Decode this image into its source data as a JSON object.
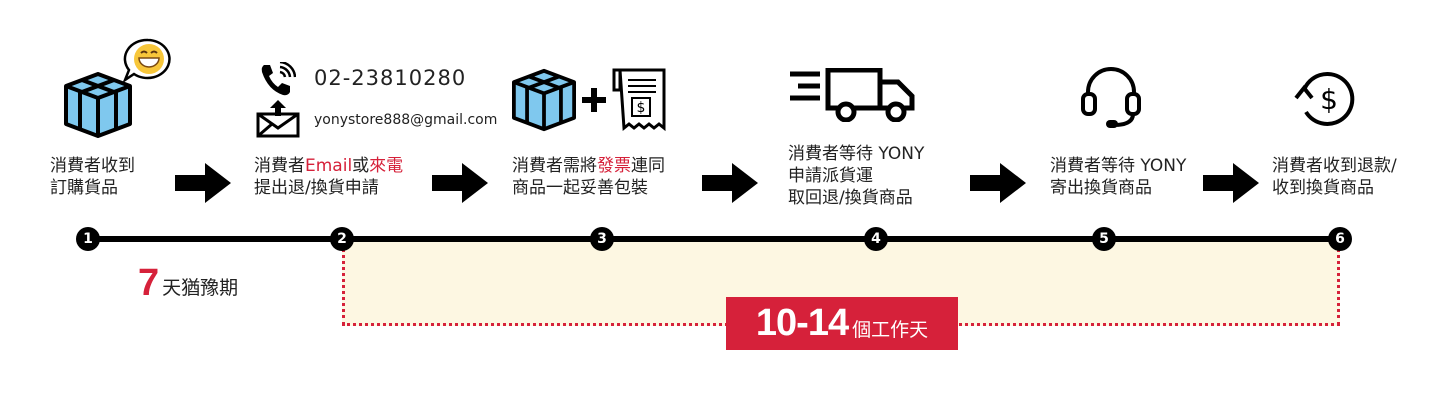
{
  "contact": {
    "phone": "02-23810280",
    "email": "yonystore888@gmail.com"
  },
  "steps": [
    {
      "num": "1",
      "line1": "消費者收到",
      "line2": "訂購貨品"
    },
    {
      "num": "2",
      "line1_a": "消費者",
      "line1_b": "Email",
      "line1_c": "或",
      "line1_d": "來電",
      "line2": "提出退/換貨申請"
    },
    {
      "num": "3",
      "line1_a": "消費者需將",
      "line1_b": "發票",
      "line1_c": "連同",
      "line2": "商品一起妥善包裝"
    },
    {
      "num": "4",
      "line1": "消費者等待 YONY",
      "line2": "申請派貨運",
      "line3": "取回退/換貨商品"
    },
    {
      "num": "5",
      "line1": "消費者等待 YONY",
      "line2": "寄出換貨商品"
    },
    {
      "num": "6",
      "line1": "消費者收到退款/",
      "line2": "收到換貨商品"
    }
  ],
  "grace": {
    "num": "7",
    "text": "天猶豫期"
  },
  "period": {
    "num": "10-14",
    "text": "個工作天"
  },
  "colors": {
    "accent": "#d6213a",
    "beige": "#fdf7e2",
    "box": "#7fc8ee"
  }
}
